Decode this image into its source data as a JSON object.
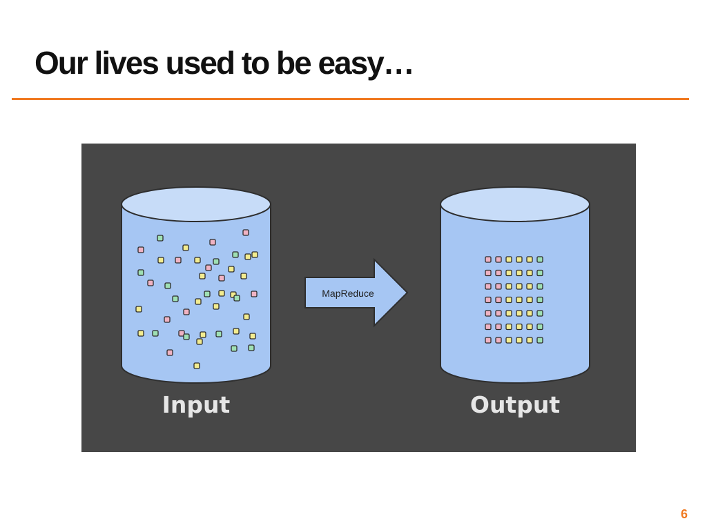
{
  "slide": {
    "title": "Our lives used to be easy…",
    "page_number": "6",
    "accent_color": "#f07a22"
  },
  "diagram": {
    "background_color": "#474747",
    "cylinder_color": "#a6c6f3",
    "cylinder_top_color": "#c7dcf8",
    "input_label": "Input",
    "output_label": "Output",
    "arrow_label": "MapReduce",
    "square_colors": [
      "#f0b3c3",
      "#f3ec8f",
      "#9fe0b4"
    ],
    "output_grid": {
      "rows": 7,
      "cols": 6
    }
  }
}
